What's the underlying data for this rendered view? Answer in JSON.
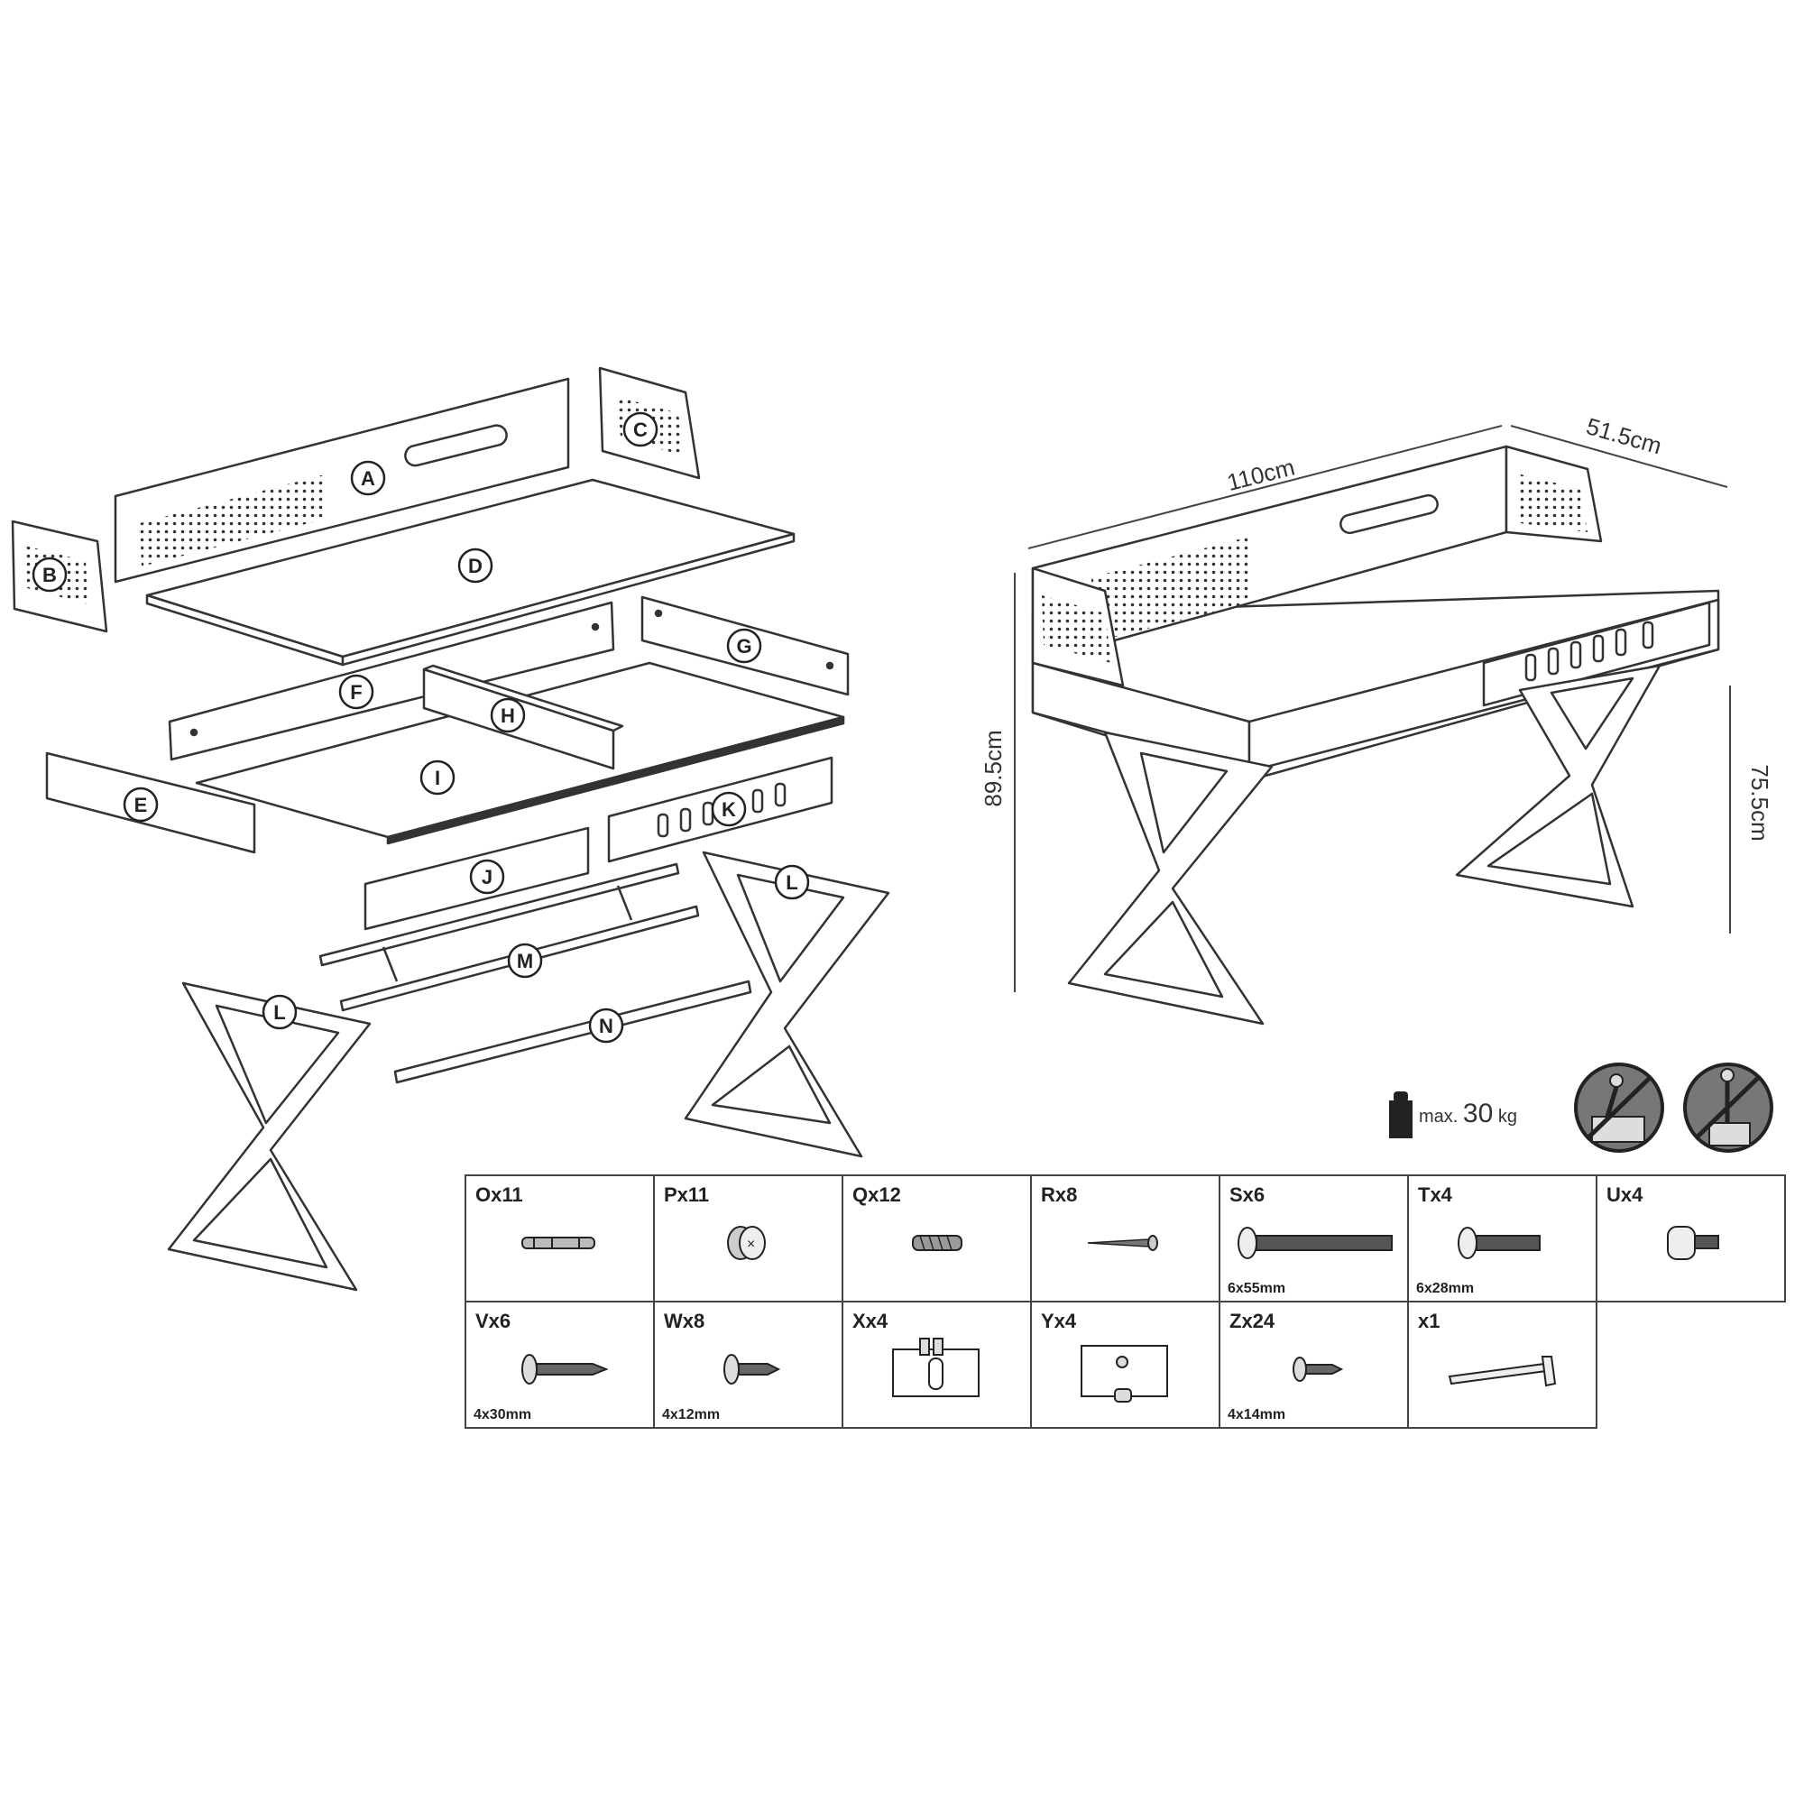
{
  "parts": {
    "A": "A",
    "B": "B",
    "C": "C",
    "D": "D",
    "E": "E",
    "F": "F",
    "G": "G",
    "H": "H",
    "I": "I",
    "J": "J",
    "K": "K",
    "L": "L",
    "M": "M",
    "N": "N"
  },
  "dimensions": {
    "width": "110cm",
    "depth": "51.5cm",
    "height_total": "89.5cm",
    "height_desk": "75.5cm"
  },
  "load": {
    "prefix": "max.",
    "value": "30",
    "unit": "kg"
  },
  "hardware": {
    "row1": [
      {
        "code": "Ox11",
        "size": "",
        "icon": "cam-bolt-icon"
      },
      {
        "code": "Px11",
        "size": "",
        "icon": "cam-lock-icon"
      },
      {
        "code": "Qx12",
        "size": "",
        "icon": "wood-dowel-icon"
      },
      {
        "code": "Rx8",
        "size": "",
        "icon": "small-screw-icon"
      },
      {
        "code": "Sx6",
        "size": "6x55mm",
        "icon": "long-bolt-icon"
      },
      {
        "code": "Tx4",
        "size": "6x28mm",
        "icon": "short-bolt-icon"
      },
      {
        "code": "Ux4",
        "size": "",
        "icon": "leveler-foot-icon"
      }
    ],
    "row2": [
      {
        "code": "Vx6",
        "size": "4x30mm",
        "icon": "wood-screw-icon"
      },
      {
        "code": "Wx8",
        "size": "4x12mm",
        "icon": "wood-screw-short-icon"
      },
      {
        "code": "Xx4",
        "size": "",
        "icon": "drawer-runner-bracket-icon"
      },
      {
        "code": "Yx4",
        "size": "",
        "icon": "caster-wheel-icon"
      },
      {
        "code": "Zx24",
        "size": "4x14mm",
        "icon": "wood-screw-small-icon"
      },
      {
        "code": "x1",
        "size": "",
        "icon": "allen-key-icon"
      }
    ]
  }
}
